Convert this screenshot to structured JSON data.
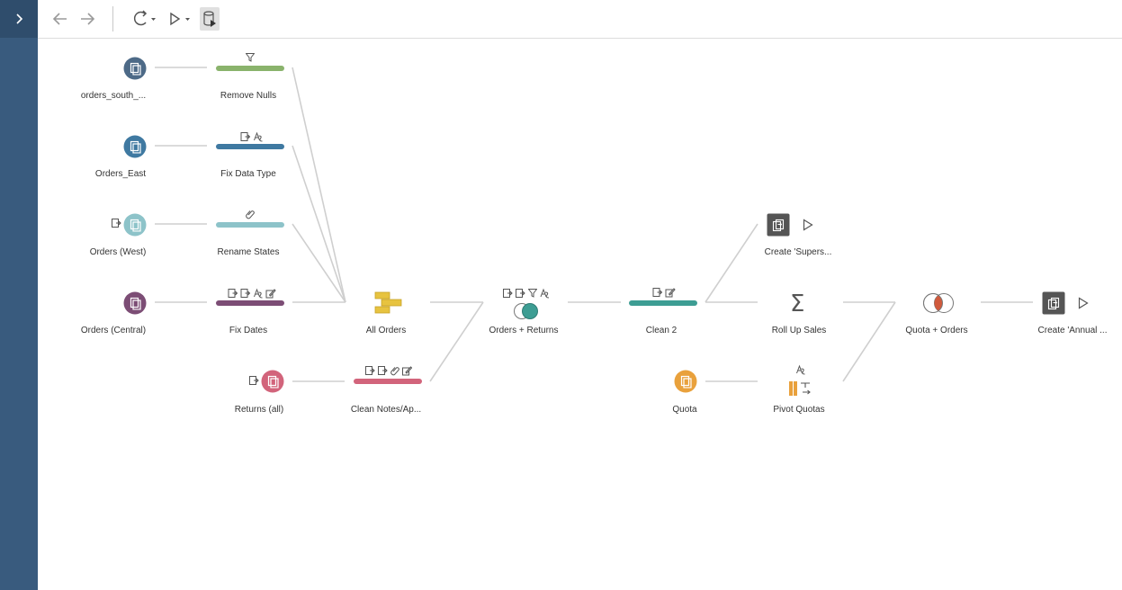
{
  "colors": {
    "sidebar": "#395b7e",
    "green": "#8ab36c",
    "blue": "#3f79a1",
    "lightblue": "#8dc3c9",
    "purple": "#7c4d75",
    "pink": "#d2647b",
    "teal": "#3d9d93",
    "orange": "#e9a13c",
    "yellow": "#e7c340",
    "slate": "#4d6a87"
  },
  "toolbar": {
    "back": "arrow-left-icon",
    "forward": "arrow-right-icon",
    "refresh": "refresh-icon",
    "run": "play-icon",
    "db": "database-run-icon"
  },
  "nodes": {
    "orders_south": "orders_south_...",
    "orders_east": "Orders_East",
    "orders_west": "Orders (West)",
    "orders_central": "Orders (Central)",
    "returns_all": "Returns (all)",
    "remove_nulls": "Remove Nulls",
    "fix_data_type": "Fix Data Type",
    "rename_states": "Rename States",
    "fix_dates": "Fix Dates",
    "clean_notes": "Clean Notes/Ap...",
    "all_orders": "All Orders",
    "orders_returns": "Orders + Returns",
    "clean2": "Clean 2",
    "create_supers": "Create 'Supers...",
    "roll_up_sales": "Roll Up Sales",
    "quota": "Quota",
    "pivot_quotas": "Pivot Quotas",
    "quota_orders": "Quota + Orders",
    "create_annual": "Create 'Annual ..."
  }
}
